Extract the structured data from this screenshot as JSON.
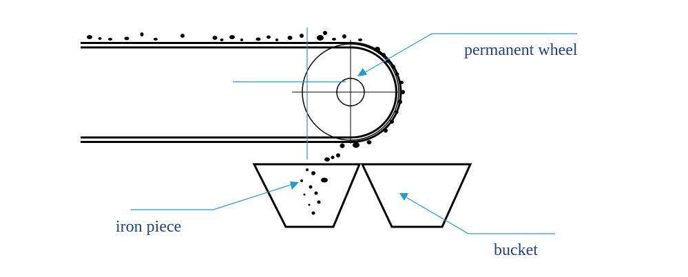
{
  "labels": {
    "permanent_wheel": "permanent wheel",
    "iron_piece": "iron piece",
    "bucket": "bucket"
  },
  "colors": {
    "line": "#000000",
    "leader": "#1e9ad6",
    "text": "#1f3f8f"
  }
}
